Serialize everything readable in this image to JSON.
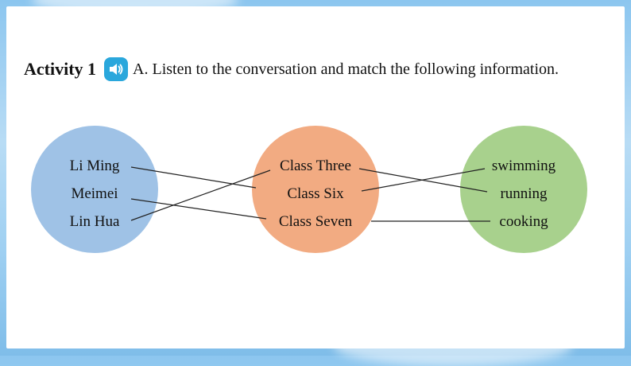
{
  "heading": {
    "activity_label": "Activity 1",
    "instruction": "A. Listen to the conversation and match the following information.",
    "speaker_icon": "speaker-icon"
  },
  "groups": {
    "names": [
      "Li Ming",
      "Meimei",
      "Lin Hua"
    ],
    "classes": [
      "Class Three",
      "Class Six",
      "Class Seven"
    ],
    "activities": [
      "swimming",
      "running",
      "cooking"
    ]
  },
  "colors": {
    "names_circle": "#9fc2e6",
    "classes_circle": "#f2ab82",
    "activities_circle": "#a8d18d",
    "speaker": "#2aa7dc"
  },
  "matches_names_to_classes": [
    {
      "from": "Li Ming",
      "to": "Class Six"
    },
    {
      "from": "Meimei",
      "to": "Class Seven"
    },
    {
      "from": "Lin Hua",
      "to": "Class Three"
    }
  ],
  "matches_classes_to_activities": [
    {
      "from": "Class Three",
      "to": "running"
    },
    {
      "from": "Class Six",
      "to": "swimming"
    },
    {
      "from": "Class Seven",
      "to": "cooking"
    }
  ]
}
